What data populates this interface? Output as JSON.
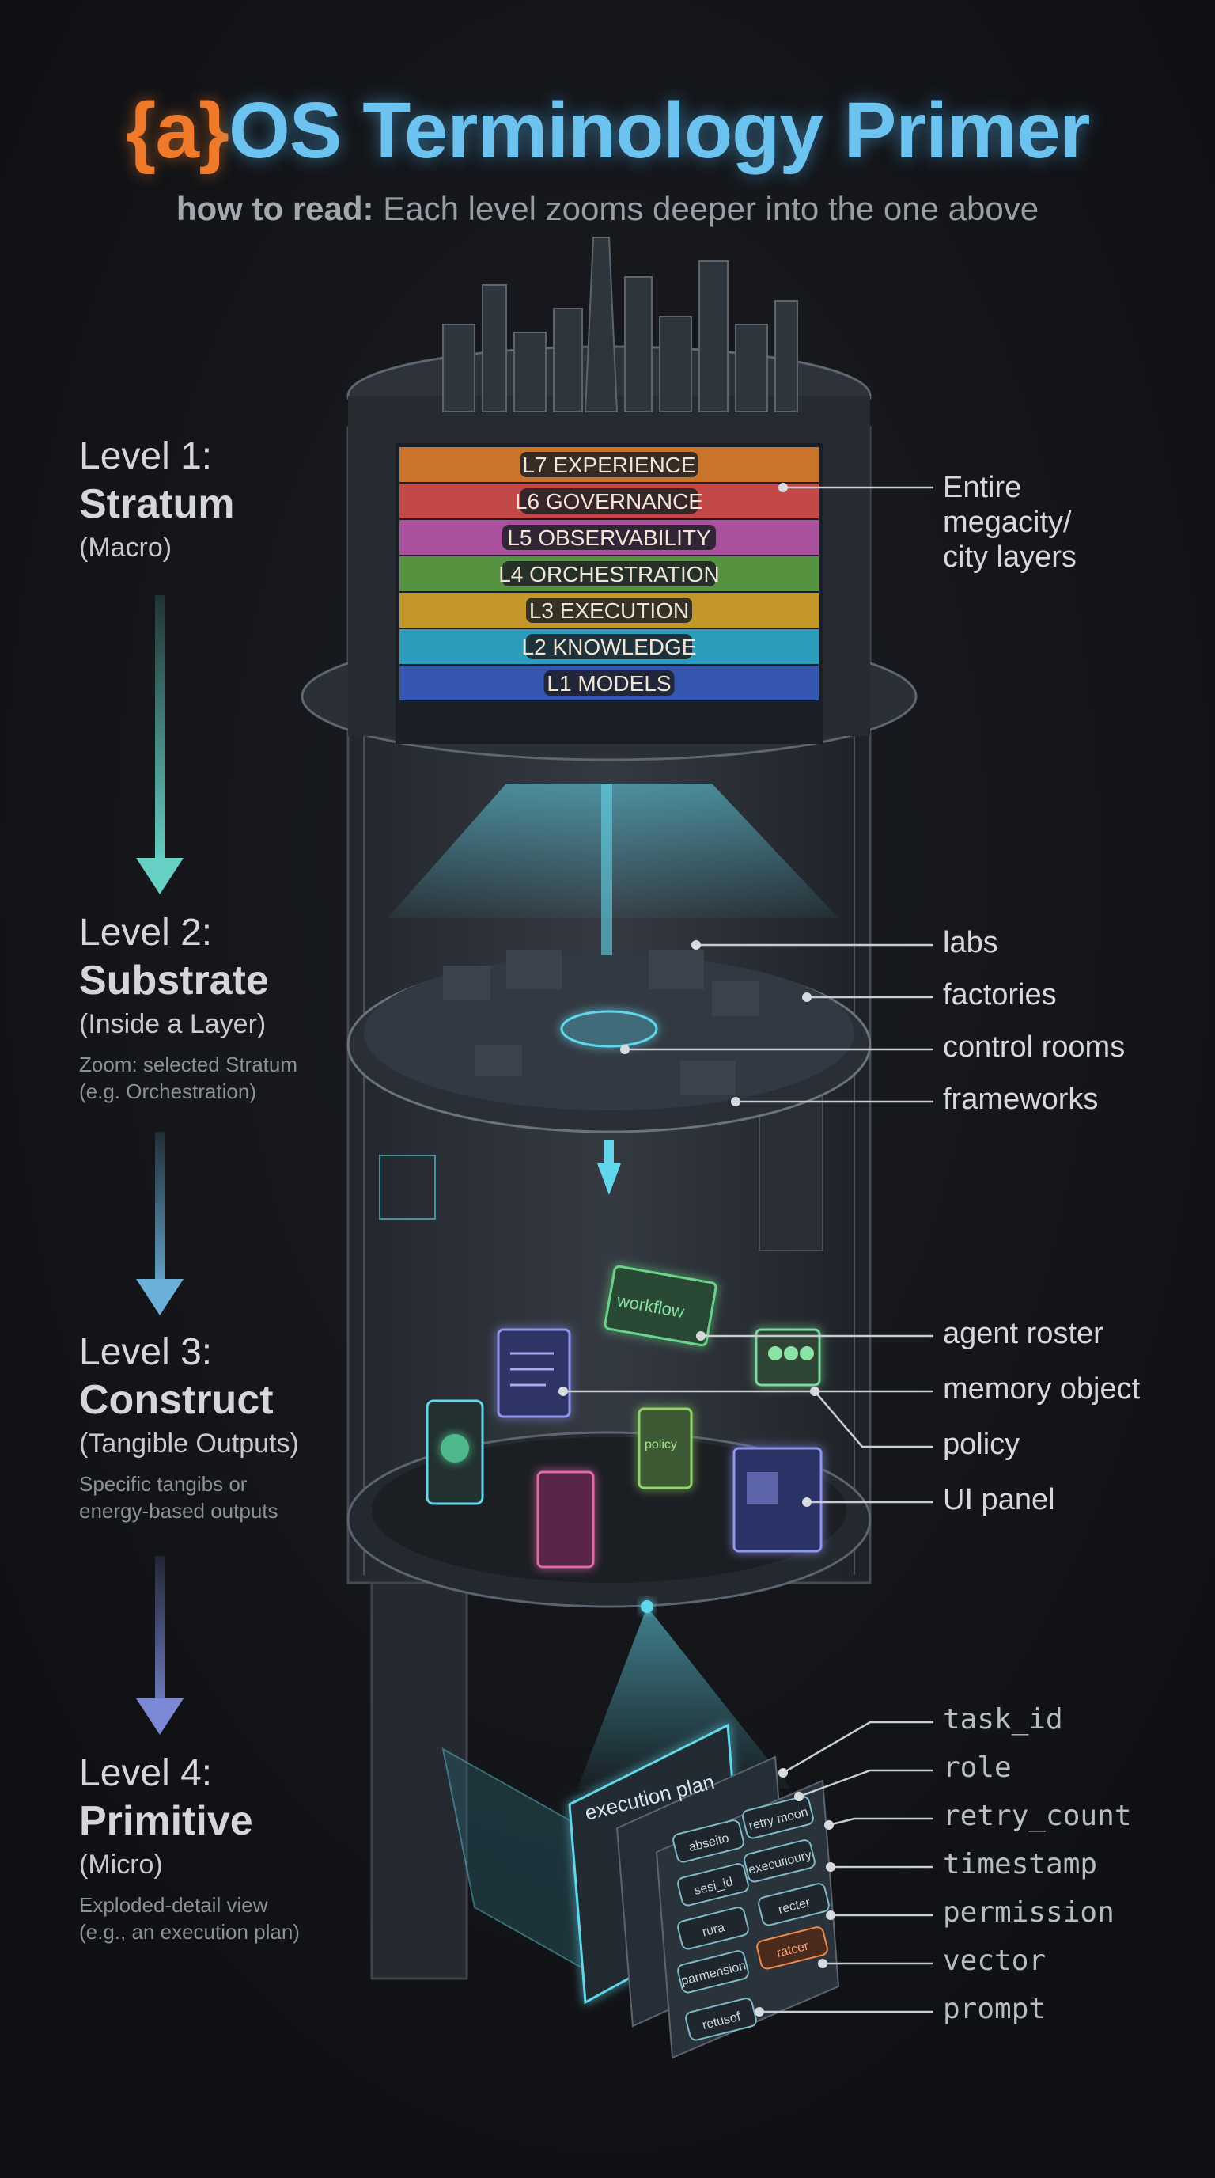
{
  "title": {
    "brand": "{a}",
    "rest": "OS Terminology Primer"
  },
  "subtitle": {
    "lead": "how to read:",
    "text": "Each level zooms deeper into the one above"
  },
  "levels": [
    {
      "num": "Level 1:",
      "name": "Stratum",
      "paren": "(Macro)",
      "note": ""
    },
    {
      "num": "Level 2:",
      "name": "Substrate",
      "paren": "(Inside a Layer)",
      "note": "Zoom: selected Stratum\n(e.g. Orchestration)"
    },
    {
      "num": "Level 3:",
      "name": "Construct",
      "paren": "(Tangible Outputs)",
      "note": "Specific tangibs or\nenergy-based outputs"
    },
    {
      "num": "Level 4:",
      "name": "Primitive",
      "paren": "(Micro)",
      "note": "Exploded-detail view\n(e.g., an execution plan)"
    }
  ],
  "strata": [
    {
      "label": "L7 EXPERIENCE",
      "color": "#e9832d"
    },
    {
      "label": "L6 GOVERNANCE",
      "color": "#e0514f"
    },
    {
      "label": "L5 OBSERVABILITY",
      "color": "#c25bb3"
    },
    {
      "label": "L4 ORCHESTRATION",
      "color": "#5fa845"
    },
    {
      "label": "L3 EXECUTION",
      "color": "#e1ad2b"
    },
    {
      "label": "L2 KNOWLEDGE",
      "color": "#2fb3d8"
    },
    {
      "label": "L1 MODELS",
      "color": "#3b62c8"
    }
  ],
  "callouts": {
    "stratum": "Entire\nmegacity/\ncity layers",
    "substrate": [
      "labs",
      "factories",
      "control rooms",
      "frameworks"
    ],
    "construct": [
      "agent roster",
      "memory object",
      "policy",
      "UI panel"
    ],
    "primitive": [
      "task_id",
      "role",
      "retry_count",
      "timestamp",
      "permission",
      "vector",
      "prompt"
    ]
  },
  "artifacts": {
    "workflow_card": "workflow",
    "policy_doc": "policy",
    "execution_plan": "execution plan",
    "plan_chips": [
      "abseito",
      "retry moon",
      "sesi_id",
      "executioury",
      "rura",
      "recter",
      "parmension",
      "ratcer",
      "retusof"
    ]
  },
  "colors": {
    "background": "#121316",
    "brand": "#f07a2a",
    "title": "#6cc3f0",
    "glow": "#62d6ea",
    "arrow_top": "#66d0c4",
    "arrow_mid": "#6ab0d8",
    "arrow_bottom": "#7a88d6"
  }
}
